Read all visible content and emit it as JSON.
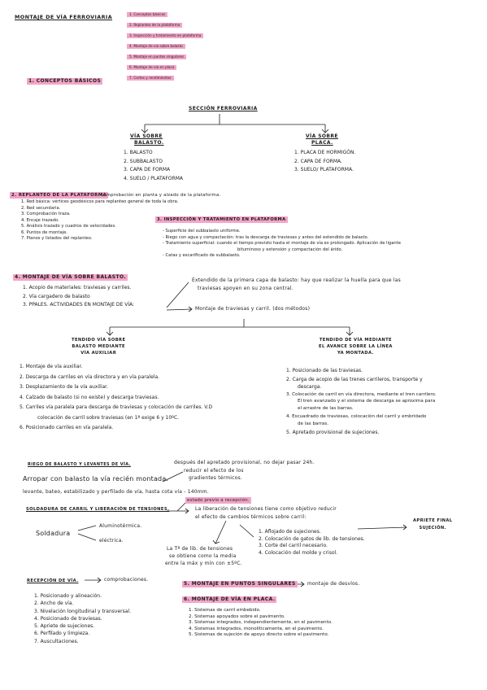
{
  "title": "MONTAJE DE VÍA FERROVIARIA",
  "toc": [
    "1. Conceptos básicos",
    "2. Replanteo de la plataforma",
    "3. Inspección y tratamiento en plataforma",
    "4. Montaje de vía sobre balasto",
    "5. Montaje en puntos singulares",
    "6. Montaje de vía en placa",
    "7. Cortes y rendimientos"
  ],
  "s1": {
    "heading": "1. CONCEPTOS BÁSICOS",
    "section_title": "SECCIÓN FERROVIARIA",
    "left_title_1": "VÍA SOBRE",
    "left_title_2": "BALASTO.",
    "right_title_1": "VÍA SOBRE",
    "right_title_2": "PLACA.",
    "left_items": [
      "1. BALASTO",
      "2. SUBBALASTO",
      "3. CAPA DE FORMA",
      "4. SUELO / PLATAFORMA"
    ],
    "right_items": [
      "1. PLACA DE HORMIGÓN.",
      "2. CAPA DE FORMA.",
      "3. SUELO/ PLATAFORMA."
    ]
  },
  "s2": {
    "heading": "2. REPLANTEO DE LA PLATAFORMA",
    "intro": "comprobación en planta y alzado de la plataforma.",
    "items": [
      "1. Red básica: vértices geodésicos para replanteo general de toda la obra.",
      "2. Red secundaria.",
      "3. Comprobación traza.",
      "4. Encaje trazado.",
      "5. Análisis trazado y cuadros de velocidades.",
      "6. Puntos de montaje.",
      "7. Planos y listados del replanteo."
    ]
  },
  "s3": {
    "heading": "3. INSPECCIÓN Y TRATAMIENTO EN PLATAFORMA",
    "items": [
      "- Superficie del subbalasto uniforme.",
      "- Riego con agua y compactación: tras la descarga de traviesas y antes del extendido de balasto.",
      "- Tratamiento superficial: cuando el tiempo previsto hasta el montaje de vía es prolongado. Aplicación de ligante",
      "bituminoso y extensión y compactación del árido.",
      "- Catas y escarificado de subbalasto."
    ]
  },
  "s4": {
    "heading": "4. MONTAJE DE VÍA SOBRE BALASTO.",
    "items": [
      "1. Acopio de materiales: traviesas y carriles.",
      "2. Vía cargadero de balasto",
      "3. PPALES. ACTIVIDADES EN MONTAJE DE VÍA:"
    ],
    "activity_1_a": "Extendido de la primera capa de balasto: hay que realizar la huella para que las",
    "activity_1_b": "traviesas apoyen en su zona central.",
    "activity_2": "Montaje de traviesas y carril. (dos métodos)",
    "method_left": [
      "TENDIDO VÍA SOBRE",
      "BALASTO MEDIANTE",
      "VÍA AUXILIAR"
    ],
    "method_right": [
      "TENDIDO DE VÍA MEDIANTE",
      "EL AVANCE SOBRE LA LÍNEA",
      "YA MONTADA."
    ],
    "left_steps": [
      "1. Montaje de vía auxiliar.",
      "2. Descarga de carriles en vía directora y en vía paralela.",
      "3. Desplazamiento de la vía auxiliar.",
      "4. Calzado de balasto (si no existe) y descarga traviesas.",
      "5. Carriles vía paralela para descarga de traviesas y colocación de carriles. V.D",
      "colocación de carril sobre traviesas (en 1ª exige 6 y 10ºC.",
      "6. Posicionado carriles en vía paralela."
    ],
    "right_steps": [
      "1. Posicionado de las traviesas.",
      "2. Carga de acopio de las trenes carrileros, transporte y",
      "descarga.",
      "3. Colocación de carril en vía directora, mediante el tren carrilero.",
      "El tren avanzado y el sistema de descarga se aproxima para",
      "el arrastre de las barras.",
      "4. Escuadrado de traviesas, colocación del carril y embridado",
      "de las barras.",
      "5. Apretado provisional de sujeciones."
    ]
  },
  "s5": {
    "riego_heading": "RIEGO DE BALASTO Y LEVANTES DE VÍA.",
    "riego_note_1": "después del apretado provisional, no dejar pasar 24h.",
    "riego_note_2": "reducir el efecto de los",
    "riego_note_3": "gradientes térmicos.",
    "riego_line_1": "Arropar con balasto la vía recién montada.",
    "riego_line_2": "levante, bateo, estabilizado y perfilado de vía, hasta cota vía - 140mm.",
    "sold_heading": "SOLDADURA DE CARRIL Y LIBERACIÓN DE TENSIONES.",
    "sold_box": "estado previo a recepción.",
    "sold_desc_1": "La liberación de tensiones tiene como objetivo reducir",
    "sold_desc_2": "el efecto de cambios térmicos sobre carril:",
    "soldadura": "Soldadura",
    "sold_types": [
      "Aluminotérmica.",
      "eléctrica."
    ],
    "temp_1": "La Tª de lib. de tensiones",
    "temp_2": "se obtiene como la media",
    "temp_3": "entre la máx y mín con ±5ºC.",
    "lib_steps": [
      "1. Aflojado de sujeciones.",
      "2. Colocación de gatos de lib. de tensiones.",
      "3. Corte del carril necesario.",
      "4. Colocación del molde y crisol."
    ],
    "apretado": [
      "APRIETE FINAL",
      "SUJECIÓN."
    ],
    "recepcion_heading": "RECEPCIÓN DE VÍA.",
    "recepcion_note": "comprobaciones.",
    "recepcion_items": [
      "1. Posicionado y alineación.",
      "2. Ancho de vía.",
      "3. Nivelación longitudinal y transversal.",
      "4. Posicionado de traviesas.",
      "5. Apriete de sujeciones.",
      "6. Perfilado y limpieza.",
      "7. Auscultaciones."
    ],
    "sing_heading": "5. MONTAJE EN PUNTOS SINGULARES",
    "sing_note": "montaje de desvíos.",
    "placa_heading": "6. MONTAJE DE VÍA EN PLACA.",
    "placa_items": [
      "1. Sistemas de carril embebido.",
      "2. Sistemas apoyados sobre el pavimento.",
      "3. Sistemas integrados, independientemente, en el pavimento.",
      "4. Sistemas integrados, monolíticamente, en el pavimento.",
      "5. Sistemas de sujeción de apoyo directo sobre el pavimento."
    ]
  },
  "colors": {
    "highlight": "#f2a6c8",
    "ink": "#1c1c1c"
  }
}
